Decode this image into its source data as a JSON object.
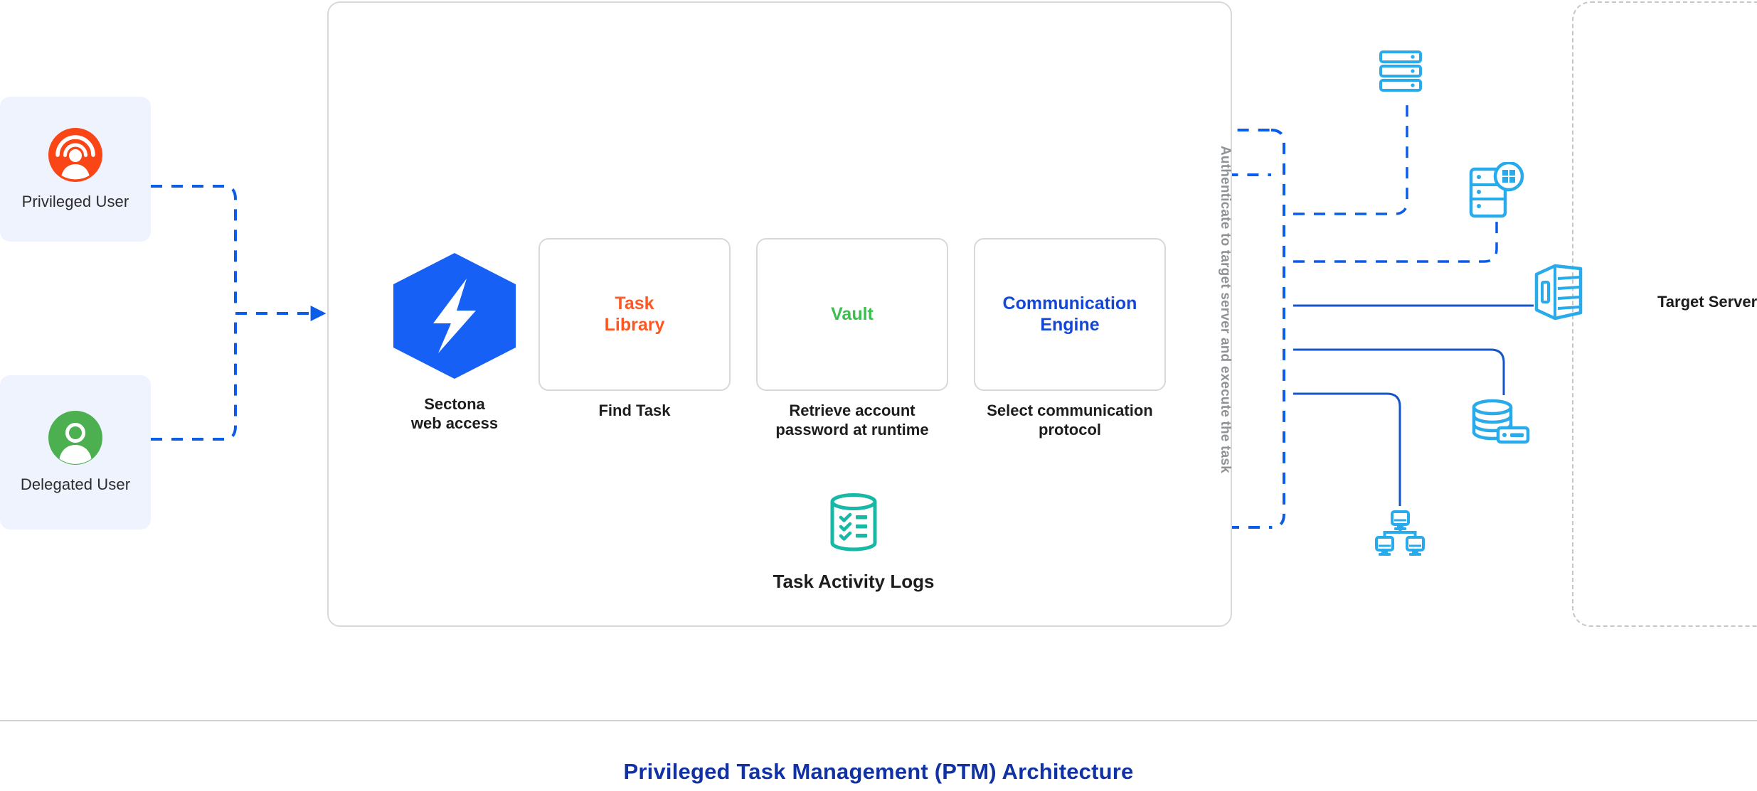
{
  "figure": {
    "title": "Privileged Task Management (PTM) Architecture"
  },
  "actors": [
    {
      "id": "privileged-user",
      "label": "Privileged User",
      "icon": "privileged-user-icon",
      "color": "#FA4616"
    },
    {
      "id": "delegated-user",
      "label": "Delegated User",
      "icon": "delegated-user-icon",
      "color": "#4CAF50"
    }
  ],
  "platform": {
    "entry": {
      "icon": "sectona-hexagon-logo",
      "label_line1": "Sectona",
      "label_line2": "web access",
      "color": "#1660F5"
    },
    "steps": [
      {
        "id": "task-library",
        "title_line1": "Task",
        "title_line2": "Library",
        "color": "#FF5722",
        "caption_line1": "Find Task",
        "caption_line2": ""
      },
      {
        "id": "vault",
        "title_line1": "Vault",
        "title_line2": "",
        "color": "#3BBF4E",
        "caption_line1": "Retrieve account",
        "caption_line2": "password at runtime"
      },
      {
        "id": "communication-engine",
        "title_line1": "Communication",
        "title_line2": "Engine",
        "color": "#1447D6",
        "caption_line1": "Select communication",
        "caption_line2": "protocol"
      }
    ],
    "logs": {
      "id": "task-activity-logs",
      "label": "Task Activity Logs",
      "icon": "activity-log-database-icon",
      "color": "#18B8A6"
    }
  },
  "pipeline": {
    "auth_label": "Authenticate to target server and execute the task",
    "auth_label_color": "#909396"
  },
  "target": {
    "label": "Target Server",
    "devices": [
      {
        "id": "rack-server",
        "icon": "server-rack-icon",
        "color": "#29AAEA"
      },
      {
        "id": "windows-server",
        "icon": "windows-server-icon",
        "color": "#29AAEA"
      },
      {
        "id": "tower-server",
        "icon": "server-tower-icon",
        "color": "#29AAEA"
      },
      {
        "id": "database-server",
        "icon": "database-server-icon",
        "color": "#29AAEA"
      },
      {
        "id": "network-nodes",
        "icon": "network-topology-icon",
        "color": "#29AAEA"
      }
    ]
  },
  "theme": {
    "flow_line": "#0B5CE8",
    "container_border": "#D8D8D8",
    "card_bg": "#EEF3FD",
    "divider": "#D2D2D2",
    "title_color": "#1132A4"
  }
}
